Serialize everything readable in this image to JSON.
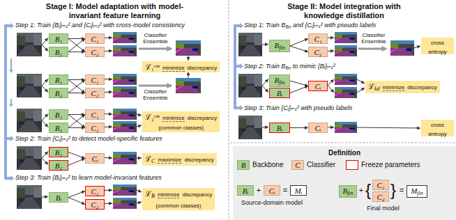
{
  "diagram": {
    "nodes": [
      {
        "text": [
          "B₁"
        ]
      },
      {
        "text": [
          "B₂"
        ]
      },
      {
        "text": [
          "C₁"
        ]
      },
      {
        "text": [
          "C₂"
        ]
      },
      {
        "text": [
          "ℒ₁ᶜᵐ",
          "minimize",
          "discrepancy"
        ]
      },
      {
        "text": [
          "B₁"
        ]
      },
      {
        "text": [
          "B₂"
        ]
      },
      {
        "text": [
          "C₁"
        ]
      },
      {
        "text": [
          "C₂"
        ]
      },
      {
        "text": [
          "B₁"
        ]
      },
      {
        "text": [
          "B₂"
        ]
      },
      {
        "text": [
          "C₁"
        ]
      },
      {
        "text": [
          "C₂"
        ]
      },
      {
        "text": [
          "ℒ₂ᶜᵐ",
          "minimize",
          "discrepancy",
          "(common classes)"
        ]
      },
      {
        "text": [
          "B₁"
        ]
      },
      {
        "text": [
          "B₂"
        ]
      },
      {
        "text": [
          "Cᵢ"
        ]
      },
      {
        "text": [
          "ℒ",
          "C",
          "maximize",
          "discrepancy"
        ]
      },
      {
        "text": [
          "Bᵢ"
        ]
      },
      {
        "text": [
          "C₁"
        ]
      },
      {
        "text": [
          "C₂"
        ]
      },
      {
        "text": [
          "ℒ",
          "B",
          "minimize",
          "discrepancy",
          "(common classes)"
        ]
      },
      {
        "text": [
          "B",
          "fin"
        ]
      },
      {
        "text": [
          "C₁"
        ]
      },
      {
        "text": [
          "C₂"
        ]
      },
      {
        "text": [
          "cross entropy"
        ]
      },
      {
        "text": [
          "B",
          "fin"
        ]
      },
      {
        "text": [
          "Bᵢ"
        ]
      },
      {
        "text": [
          "Cᵢ"
        ]
      },
      {
        "text": [
          "ℒ",
          "kd",
          "minimize",
          "discrepancy"
        ]
      },
      {
        "text": [
          "Bᵢ"
        ]
      },
      {
        "text": [
          "Cᵢ"
        ]
      },
      {
        "text": [
          "cross entropy"
        ]
      },
      {
        "text": [
          "Definition"
        ]
      },
      {
        "text": [
          "Bᵢ"
        ],
        "in": 33
      },
      {
        "text": [
          "Cᵢ"
        ],
        "in": 33
      },
      {
        "text": [
          "Mᵢ"
        ],
        "in": 33
      },
      {
        "text": [
          "B",
          "fin"
        ],
        "in": 33
      },
      {
        "text": [
          "C₁"
        ],
        "in": 33
      },
      {
        "text": [
          "C₂"
        ],
        "in": 33
      },
      {
        "text": [
          "M",
          "fin"
        ],
        "in": 33
      }
    ],
    "edges": [
      {
        "from": 0,
        "to": 2,
        "arrow": "to"
      },
      {
        "from": 0,
        "to": 3,
        "arrow": "to"
      },
      {
        "from": 1,
        "to": 2,
        "arrow": "to"
      },
      {
        "from": 1,
        "to": 3,
        "arrow": "to"
      },
      {
        "from": 5,
        "to": 7,
        "arrow": "to"
      },
      {
        "from": 5,
        "to": 8,
        "arrow": "to"
      },
      {
        "from": 6,
        "to": 7,
        "arrow": "to"
      },
      {
        "from": 6,
        "to": 8,
        "arrow": "to"
      },
      {
        "from": 9,
        "to": 11,
        "arrow": "to"
      },
      {
        "from": 9,
        "to": 12,
        "arrow": "to"
      },
      {
        "from": 10,
        "to": 11,
        "arrow": "to"
      },
      {
        "from": 10,
        "to": 12,
        "arrow": "to"
      },
      {
        "from": 14,
        "to": 16,
        "arrow": "to"
      },
      {
        "from": 15,
        "to": 16,
        "arrow": "to"
      },
      {
        "from": 18,
        "to": 19,
        "arrow": "to"
      },
      {
        "from": 18,
        "to": 20,
        "arrow": "to"
      },
      {
        "from": 22,
        "to": 23,
        "arrow": "to"
      },
      {
        "from": 22,
        "to": 24,
        "arrow": "to"
      },
      {
        "from": 26,
        "to": 28,
        "arrow": "to"
      },
      {
        "from": 27,
        "to": 28,
        "arrow": "to"
      },
      {
        "from": 30,
        "to": 31,
        "arrow": "to"
      }
    ],
    "labels": [
      "Stage I: Model adaptation with model-invariant feature learning",
      "Stage II: Model integration with knowledge distillation",
      "Step 1: Train {Bᵢ}ᵢ₌₁² and {Cᵢ}ᵢ₌₁² with cross-model consistency",
      "Classifier Ensemble",
      "Classifier Ensemble",
      "Step 2: Train {Cᵢ}ᵢ₌₁² to detect model-specific features",
      "Step 3: Train {Bᵢ}ᵢ₌₁² to learn model-invariant features",
      "Step 1: Train B",
      "fin",
      "and {Cᵢ}ᵢ₌₁² with pseudo labels",
      "Classifier Ensemble",
      "Step 2: Train B",
      "fin",
      "to mimic {Bᵢ}ᵢ₌₁²",
      "Step 3: Train {Cᵢ}ᵢ₌₁² with pseudo labels",
      "B",
      "C",
      "+",
      "=",
      "Source-domain model",
      "+",
      "{",
      "}",
      "=",
      "Final model"
    ],
    "legend": [
      {
        "text": "Backbone",
        "color": "#a9d18e"
      },
      {
        "text": "Classifier",
        "color": "#f8cbad"
      },
      {
        "text": "Freeze parameters"
      }
    ]
  }
}
